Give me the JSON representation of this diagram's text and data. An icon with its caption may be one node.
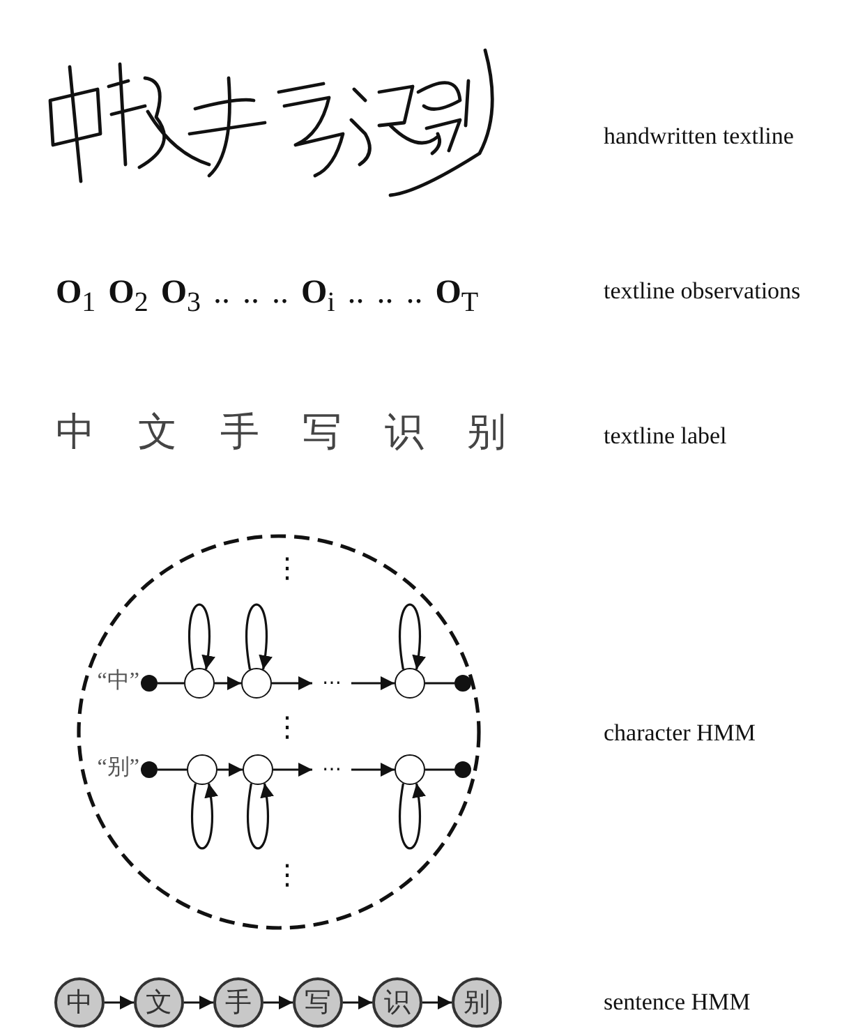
{
  "diagram": {
    "nodes": [
      {
        "text": [],
        "shape": "circle"
      },
      {
        "text": [],
        "shape": "dot",
        "in": 0,
        "beside": [
          "“中”"
        ]
      },
      {
        "text": [],
        "shape": "circle",
        "in": 0
      },
      {
        "text": [],
        "shape": "circle",
        "in": 0
      },
      {
        "text": [
          "⋯"
        ],
        "in": 0
      },
      {
        "text": [],
        "shape": "circle",
        "in": 0
      },
      {
        "text": [],
        "shape": "dot",
        "in": 0
      },
      {
        "text": [],
        "shape": "dot",
        "in": 0,
        "beside": [
          "“别”"
        ]
      },
      {
        "text": [],
        "shape": "circle",
        "in": 0
      },
      {
        "text": [],
        "shape": "circle",
        "in": 0
      },
      {
        "text": [
          "⋯"
        ],
        "in": 0
      },
      {
        "text": [],
        "shape": "circle",
        "in": 0
      },
      {
        "text": [],
        "shape": "dot",
        "in": 0
      },
      {
        "text": [
          "中"
        ]
      },
      {
        "text": [
          "文"
        ]
      },
      {
        "text": [
          "手"
        ]
      },
      {
        "text": [
          "写"
        ]
      },
      {
        "text": [
          "识"
        ]
      },
      {
        "text": [
          "别"
        ]
      }
    ],
    "edges": [
      {
        "from": 1,
        "to": 2,
        "arrow": "none"
      },
      {
        "from": 2,
        "to": 3,
        "arrow": "to"
      },
      {
        "from": 3,
        "to": 4,
        "arrow": "to"
      },
      {
        "from": 4,
        "to": 5,
        "arrow": "to"
      },
      {
        "from": 5,
        "to": 6,
        "arrow": "none"
      },
      {
        "from": 2,
        "to": 2,
        "arrow": "to"
      },
      {
        "from": 3,
        "to": 3,
        "arrow": "to"
      },
      {
        "from": 5,
        "to": 5,
        "arrow": "to"
      },
      {
        "from": 7,
        "to": 8,
        "arrow": "none"
      },
      {
        "from": 8,
        "to": 9,
        "arrow": "to"
      },
      {
        "from": 9,
        "to": 10,
        "arrow": "to"
      },
      {
        "from": 10,
        "to": 11,
        "arrow": "to"
      },
      {
        "from": 11,
        "to": 12,
        "arrow": "none"
      },
      {
        "from": 8,
        "to": 8,
        "arrow": "to"
      },
      {
        "from": 9,
        "to": 9,
        "arrow": "to"
      },
      {
        "from": 11,
        "to": 11,
        "arrow": "to"
      },
      {
        "from": 13,
        "to": 14,
        "arrow": "to"
      },
      {
        "from": 14,
        "to": 15,
        "arrow": "to"
      },
      {
        "from": 15,
        "to": 16,
        "arrow": "to"
      },
      {
        "from": 16,
        "to": 17,
        "arrow": "to"
      },
      {
        "from": 17,
        "to": 18,
        "arrow": "to"
      }
    ],
    "labels": [
      "handwritten textline",
      "**O**$_{1}$ **O**$_{2}$ **O**$_{3}$ .. .. .. **O**$_{i}$ .. .. .. **O**$_{T}$",
      "textline observations",
      "中 文 手 写 识 别",
      "textline label",
      "⋮",
      "⋮",
      "⋮",
      "character HMM",
      "sentence HMM"
    ]
  }
}
